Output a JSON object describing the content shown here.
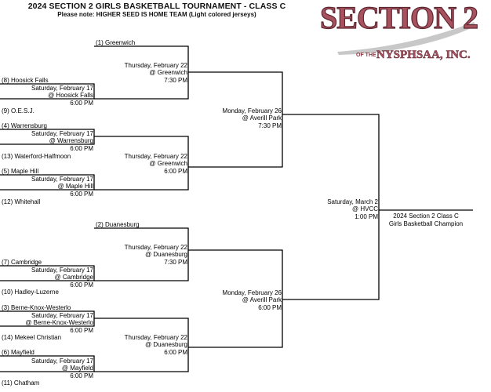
{
  "header": {
    "title": "2024 SECTION 2 GIRLS BASKETBALL TOURNAMENT - CLASS C",
    "note": "Please note:  HIGHER SEED IS HOME TEAM (Light colored jerseys)"
  },
  "logo": {
    "main": "SECTION 2",
    "sub_prefix": "OF THE",
    "sub_org": "NYSPHSAA, INC.",
    "colors": {
      "maroon": "#8a3b48",
      "maroon_fill": "#a8525f",
      "gray": "#9a9a9a"
    }
  },
  "teams": {
    "t1": "(1) Greenwich",
    "t8": "(8) Hoosick Falls",
    "t9": "(9) O.E.S.J.",
    "t4": "(4) Warrensburg",
    "t13": "(13) Waterford-Halfmoon",
    "t5": "(5) Maple Hill",
    "t12": "(12) Whitehall",
    "t2": "(2) Duanesburg",
    "t7": "(7) Cambridge",
    "t10": "(10) Hadley-Luzerne",
    "t3": "(3) Berne-Knox-Westerlo",
    "t14": "(14) Mekeel Christian",
    "t6": "(6) Mayfield",
    "t11": "(11) Chatham"
  },
  "games": {
    "r1_a": {
      "date": "Saturday, February 17",
      "site": "@ Hoosick Falls",
      "time": "6:00 PM"
    },
    "r1_b": {
      "date": "Saturday, February 17",
      "site": "@ Warrensburg",
      "time": "6:00 PM"
    },
    "r1_c": {
      "date": "Saturday, February 17",
      "site": "@ Maple Hill",
      "time": "6:00 PM"
    },
    "r1_d": {
      "date": "Saturday, February 17",
      "site": "@ Cambridge",
      "time": "6:00 PM"
    },
    "r1_e": {
      "date": "Saturday, February 17",
      "site": "@ Berne-Knox-Westerlo",
      "time": "6:00 PM"
    },
    "r1_f": {
      "date": "Saturday, February 17",
      "site": "@ Mayfield",
      "time": "6:00 PM"
    },
    "qf_a": {
      "date": "Thursday, February 22",
      "site": "@ Greenwich",
      "time": "7:30 PM"
    },
    "qf_b": {
      "date": "Thursday, February 22",
      "site": "@ Greenwich",
      "time": "6:00 PM"
    },
    "qf_c": {
      "date": "Thursday, February 22",
      "site": "@ Duanesburg",
      "time": "7:30 PM"
    },
    "qf_d": {
      "date": "Thursday, February 22",
      "site": "@ Duanesburg",
      "time": "6:00 PM"
    },
    "sf_a": {
      "date": "Monday, February 26",
      "site": "@ Averill Park",
      "time": "7:30 PM"
    },
    "sf_b": {
      "date": "Monday, February 26",
      "site": "@ Averill Park",
      "time": "6:00 PM"
    },
    "final": {
      "date": "Saturday, March 2",
      "site": "@ HVCC",
      "time": "1:00 PM"
    }
  },
  "champion": {
    "line1": "2024 Section 2 Class C",
    "line2": "Girls Basketball Champion"
  }
}
